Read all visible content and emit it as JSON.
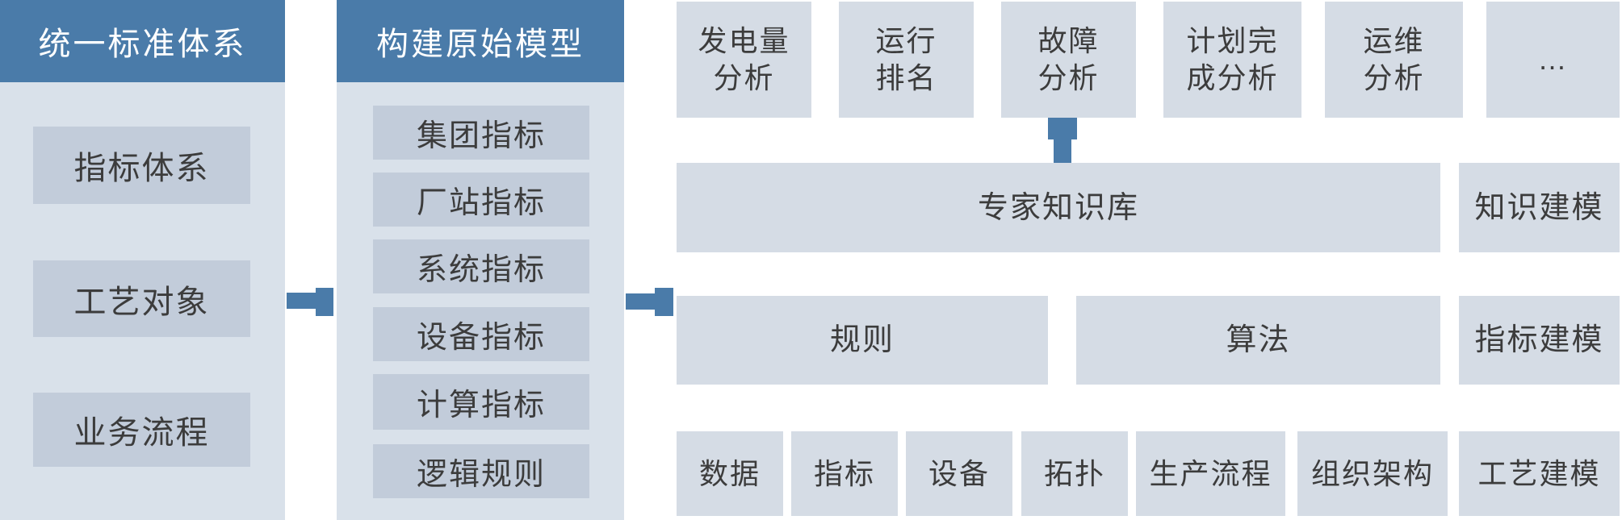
{
  "diagram_title": "",
  "colors": {
    "accent_blue": "#4A7BA9",
    "panel_bg": "#D9E1EA",
    "panel_item_bg": "#C2CCDA",
    "box_bg": "#D5DCE5",
    "text": "#3C3C3C",
    "header_text": "#FFFFFF"
  },
  "standard": {
    "title": "统一标准体系",
    "items": [
      "指标体系",
      "工艺对象",
      "业务流程"
    ]
  },
  "model": {
    "title": "构建原始模型",
    "items": [
      "集团指标",
      "厂站指标",
      "系统指标",
      "设备指标",
      "计算指标",
      "逻辑规则"
    ]
  },
  "analysis": {
    "items": [
      "发电量\n分析",
      "运行\n排名",
      "故障\n分析",
      "计划完\n成分析",
      "运维\n分析",
      "…"
    ]
  },
  "knowledge": {
    "main": "专家知识库",
    "side": "知识建模"
  },
  "rules": {
    "rule": "规则",
    "algorithm": "算法",
    "side": "指标建模"
  },
  "objects": {
    "items": [
      "数据",
      "指标",
      "设备",
      "拓扑",
      "生产流程",
      "组织架构"
    ],
    "side": "工艺建模"
  }
}
